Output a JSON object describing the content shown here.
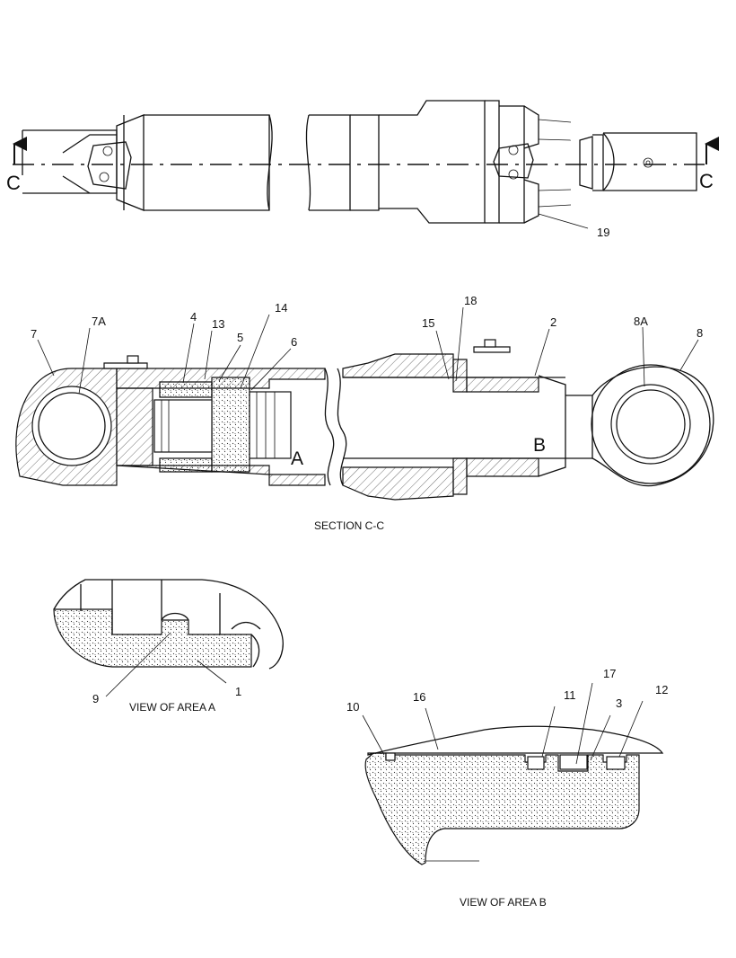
{
  "section_markers": {
    "left": "C",
    "right": "C"
  },
  "part_labels": {
    "p19": "19",
    "p7": "7",
    "p7a": "7A",
    "p4": "4",
    "p13": "13",
    "p5": "5",
    "p14": "14",
    "p6": "6",
    "p15": "15",
    "p18": "18",
    "p2": "2",
    "p8a": "8A",
    "p8": "8",
    "p9": "9",
    "p1": "1",
    "p10": "10",
    "p16": "16",
    "p11": "11",
    "p17": "17",
    "p3": "3",
    "p12": "12"
  },
  "area_letters": {
    "a": "A",
    "b": "B"
  },
  "captions": {
    "section_cc": "SECTION C-C",
    "view_a": "VIEW OF AREA A",
    "view_b": "VIEW OF AREA B"
  }
}
